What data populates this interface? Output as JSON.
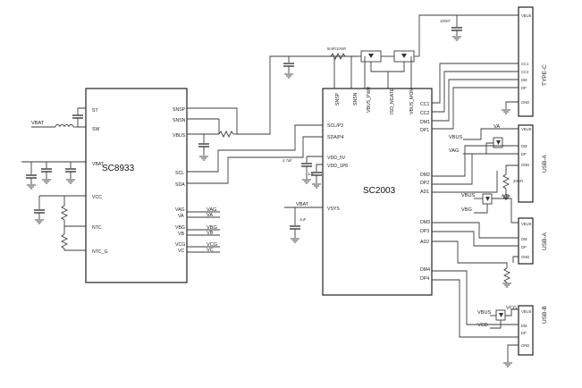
{
  "chips": {
    "sc8933": {
      "name": "SC8933",
      "left_pins": [
        "ST",
        "SW",
        "VBAT",
        "VCC",
        "NTC",
        "NTC_G"
      ],
      "right_pins": [
        "SNSP",
        "SNSN",
        "VBUS",
        "SCL",
        "SDA",
        "VAG",
        "VA",
        "VBG",
        "VB",
        "VCG",
        "VC"
      ]
    },
    "sc2003": {
      "name": "SC2003",
      "top_pins": [
        "SNSP",
        "SNSN",
        "VBUS_PWR",
        "ISO_NGATE",
        "VBUS_MON"
      ],
      "left_pins": [
        "SCL/P3",
        "SDA/P4",
        "VDD_5V",
        "VDD_1P8",
        "VSYS"
      ],
      "right_pins": [
        "CC1",
        "CC2",
        "DM1",
        "DP1",
        "DM2",
        "DP2",
        "AD1",
        "DM3",
        "DP3",
        "AD2",
        "DM4",
        "DP4"
      ]
    }
  },
  "connectors": {
    "typec": {
      "label": "TYPE-C",
      "pins": [
        "VBUS",
        "CC1",
        "CC2",
        "DM",
        "DP",
        "GND"
      ]
    },
    "usba1": {
      "label": "USB-A",
      "pins": [
        "VBUS",
        "DM",
        "DP",
        "GND"
      ]
    },
    "usba2": {
      "label": "USB-A",
      "pins": [
        "VBUS",
        "DM",
        "DP",
        "GND"
      ]
    },
    "usbb": {
      "label": "USB-B",
      "pins": [
        "VBUS",
        "DM",
        "DP",
        "GND"
      ]
    }
  },
  "net_labels": {
    "vbat": "VBAT",
    "sc8933_vag": "VAG",
    "sc8933_va": "VA",
    "sc8933_vbg": "VBG",
    "sc8933_vb": "VB",
    "sc8933_vcg": "VCG",
    "sc8933_vc": "VC",
    "sc2003_vsys": "VBAT",
    "usba1_vbus": "VBUS",
    "usba1_va": "VA",
    "usba1_vag": "VAG",
    "usba2_vbus": "VBUS",
    "usba2_vb": "VB",
    "usba2_vbg": "VBG",
    "usbb_vbus": "VBUS",
    "usbb_vcg": "VCG",
    "usbb_vcd": "VCD"
  },
  "components": {
    "cap_100nf": "100nF",
    "sense_resistor": "5mR/10mR",
    "cap_4u7": "4.7uF",
    "cap_1u_a": "1uF",
    "cap_1u_b": "1uF",
    "res_20mr": "20mR"
  }
}
